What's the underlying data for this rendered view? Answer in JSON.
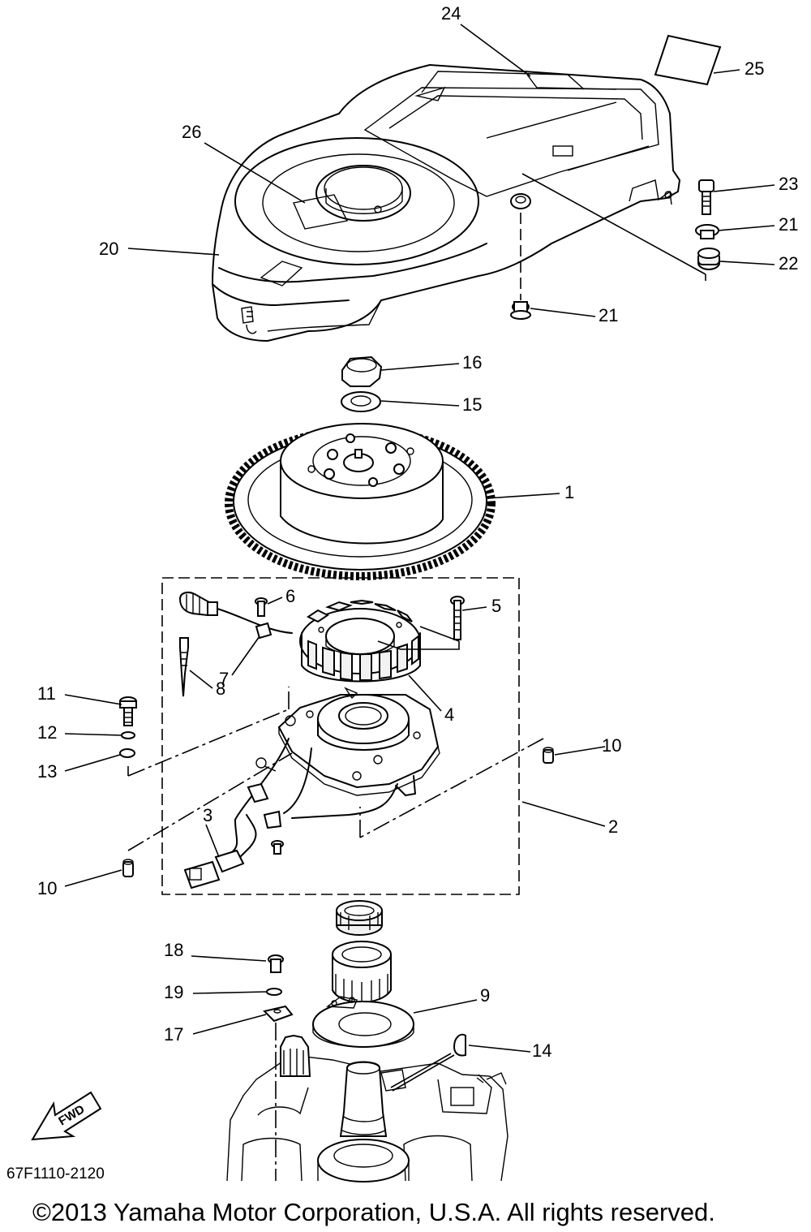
{
  "callouts": [
    {
      "id": "c24",
      "label": "24"
    },
    {
      "id": "c25",
      "label": "25"
    },
    {
      "id": "c26",
      "label": "26"
    },
    {
      "id": "c23",
      "label": "23"
    },
    {
      "id": "c21a",
      "label": "21"
    },
    {
      "id": "c22",
      "label": "22"
    },
    {
      "id": "c20",
      "label": "20"
    },
    {
      "id": "c21b",
      "label": "21"
    },
    {
      "id": "c16",
      "label": "16"
    },
    {
      "id": "c15",
      "label": "15"
    },
    {
      "id": "c1",
      "label": "1"
    },
    {
      "id": "c6",
      "label": "6"
    },
    {
      "id": "c5",
      "label": "5"
    },
    {
      "id": "c7",
      "label": "7"
    },
    {
      "id": "c8",
      "label": "8"
    },
    {
      "id": "c4",
      "label": "4"
    },
    {
      "id": "c11",
      "label": "11"
    },
    {
      "id": "c12",
      "label": "12"
    },
    {
      "id": "c13",
      "label": "13"
    },
    {
      "id": "c10a",
      "label": "10"
    },
    {
      "id": "c3",
      "label": "3"
    },
    {
      "id": "c2",
      "label": "2"
    },
    {
      "id": "c10b",
      "label": "10"
    },
    {
      "id": "c18",
      "label": "18"
    },
    {
      "id": "c9",
      "label": "9"
    },
    {
      "id": "c19",
      "label": "19"
    },
    {
      "id": "c17",
      "label": "17"
    },
    {
      "id": "c14",
      "label": "14"
    }
  ],
  "fwd_label": "FWD",
  "diagram_code": "67F1110-2120",
  "copyright": "©2013 Yamaha Motor Corporation, U.S.A. All rights reserved."
}
